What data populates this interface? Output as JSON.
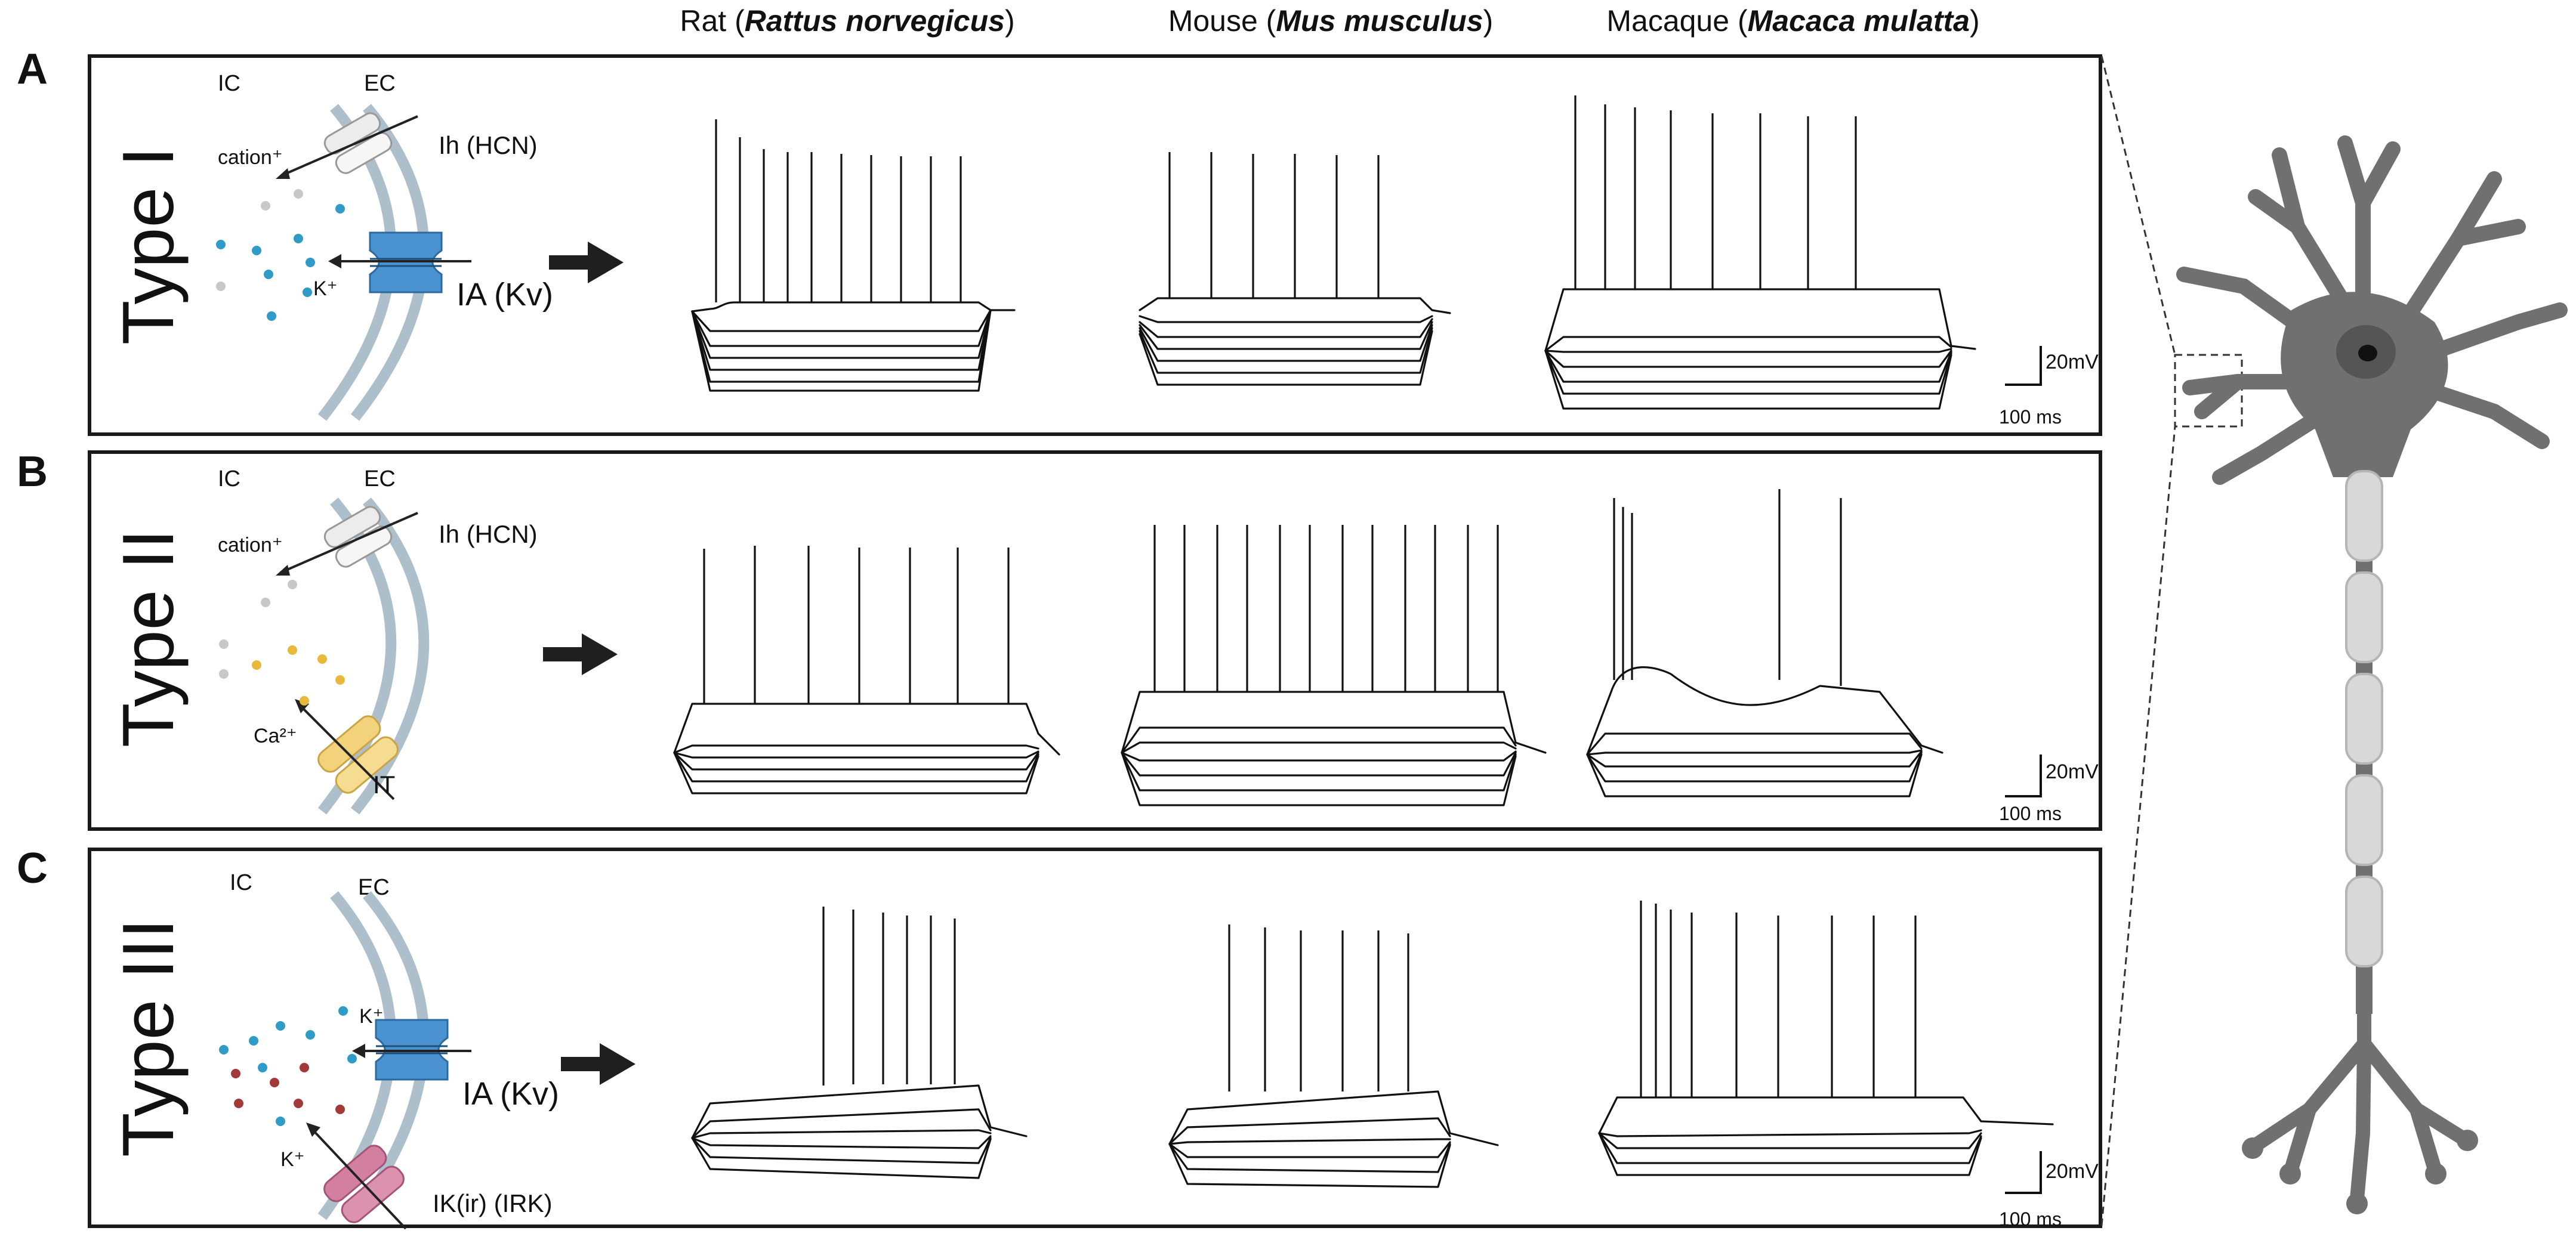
{
  "column_headers": [
    {
      "plain": "Rat (",
      "italic": "Rattus norvegicus",
      "close": ")"
    },
    {
      "plain": "Mouse (",
      "italic": "Mus musculus",
      "close": ")"
    },
    {
      "plain": "Macaque (",
      "italic": "Macaca mulatta",
      "close": ")"
    }
  ],
  "panels": [
    {
      "letter": "A",
      "type_label": "Type I",
      "ic": "IC",
      "ec": "EC",
      "labels": {
        "cation": "cation⁺",
        "ion": "K⁺",
        "ch1": "Ih (HCN)",
        "ch2": "IA (Kv)"
      },
      "scale": {
        "v": "20mV",
        "t": "100 ms"
      }
    },
    {
      "letter": "B",
      "type_label": "Type II",
      "ic": "IC",
      "ec": "EC",
      "labels": {
        "cation": "cation⁺",
        "ion": "Ca²⁺",
        "ch1": "Ih (HCN)",
        "ch2": "IT"
      },
      "scale": {
        "v": "20mV",
        "t": "100 ms"
      }
    },
    {
      "letter": "C",
      "type_label": "Type III",
      "ic": "IC",
      "ec": "EC",
      "labels": {
        "ion1": "K⁺",
        "ion2": "K⁺",
        "ch1": "IA (Kv)",
        "ch2": "IK(ir) (IRK)"
      },
      "scale": {
        "v": "20mV",
        "t": "100 ms"
      }
    }
  ],
  "colors": {
    "kv_channel": "#4a93d0",
    "hcn_channel": "#e8e8e8",
    "ca_channel": "#f2d27a",
    "irk_channel": "#d37fa0",
    "k_ion": "#2f9bc7",
    "ca_ion": "#e8b93a",
    "red_ion": "#a33a3a",
    "cation_dot": "#c8c8c8",
    "membrane": "#aebfcc",
    "neuron": "#707070",
    "myelin": "#d8d8d8"
  },
  "icons": [
    "arrow-right-icon",
    "neuron-illustration-icon",
    "ion-channel-icon"
  ]
}
